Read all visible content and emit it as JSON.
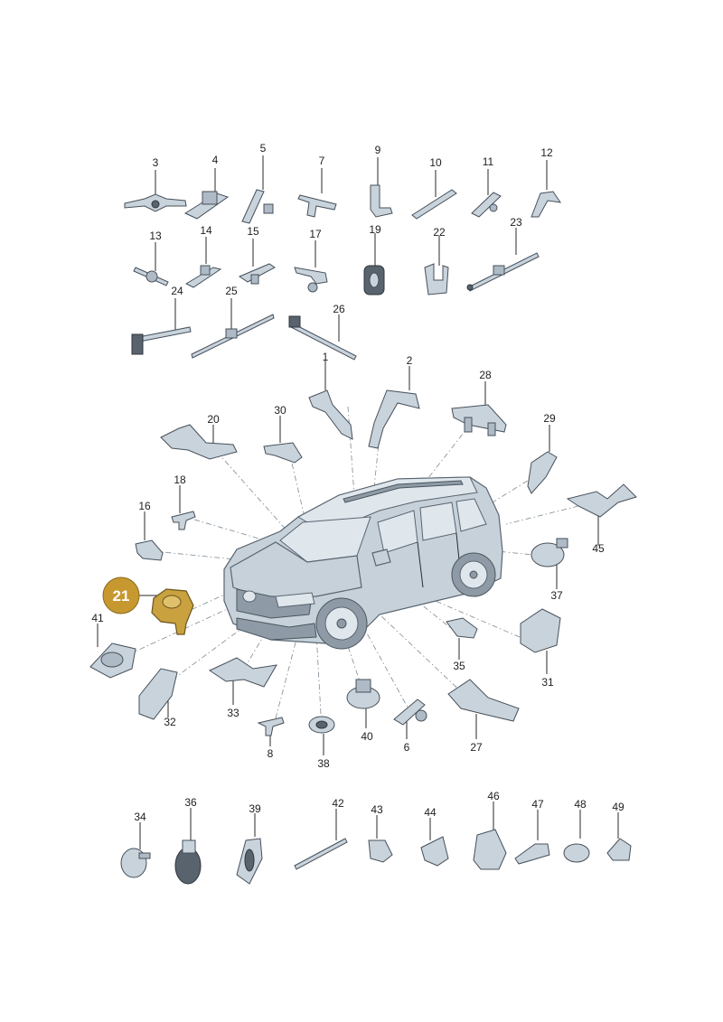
{
  "diagram": {
    "highlight": {
      "label": "21",
      "color": "#c6982f"
    },
    "part_labels": [
      "1",
      "2",
      "3",
      "4",
      "5",
      "6",
      "7",
      "8",
      "9",
      "10",
      "11",
      "12",
      "13",
      "14",
      "15",
      "16",
      "17",
      "18",
      "19",
      "20",
      "22",
      "23",
      "24",
      "25",
      "26",
      "27",
      "28",
      "29",
      "30",
      "31",
      "32",
      "33",
      "34",
      "35",
      "36",
      "37",
      "38",
      "39",
      "40",
      "41",
      "42",
      "43",
      "44",
      "45",
      "46",
      "47",
      "48",
      "49"
    ],
    "colors": {
      "line": "#2a2a2a",
      "part_fill": "#c9d3dc",
      "callout_line": "#7c8a95"
    }
  }
}
